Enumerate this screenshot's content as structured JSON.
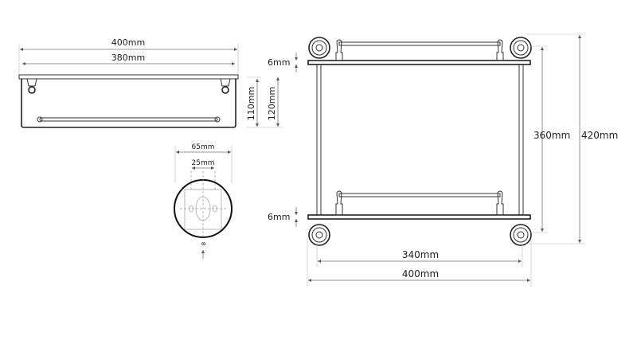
{
  "front_view": {
    "overall_width": "400mm",
    "glass_width": "380mm",
    "height_inner": "110mm",
    "height_outer": "120mm"
  },
  "mount_detail": {
    "plate_width": "65mm",
    "hole_spacing": "25mm",
    "screw_label": "8"
  },
  "side_view": {
    "glass_thickness_top": "6mm",
    "glass_thickness_bottom": "6mm",
    "inner_height": "360mm",
    "overall_height": "420mm",
    "inner_width": "340mm",
    "overall_width": "400mm"
  }
}
